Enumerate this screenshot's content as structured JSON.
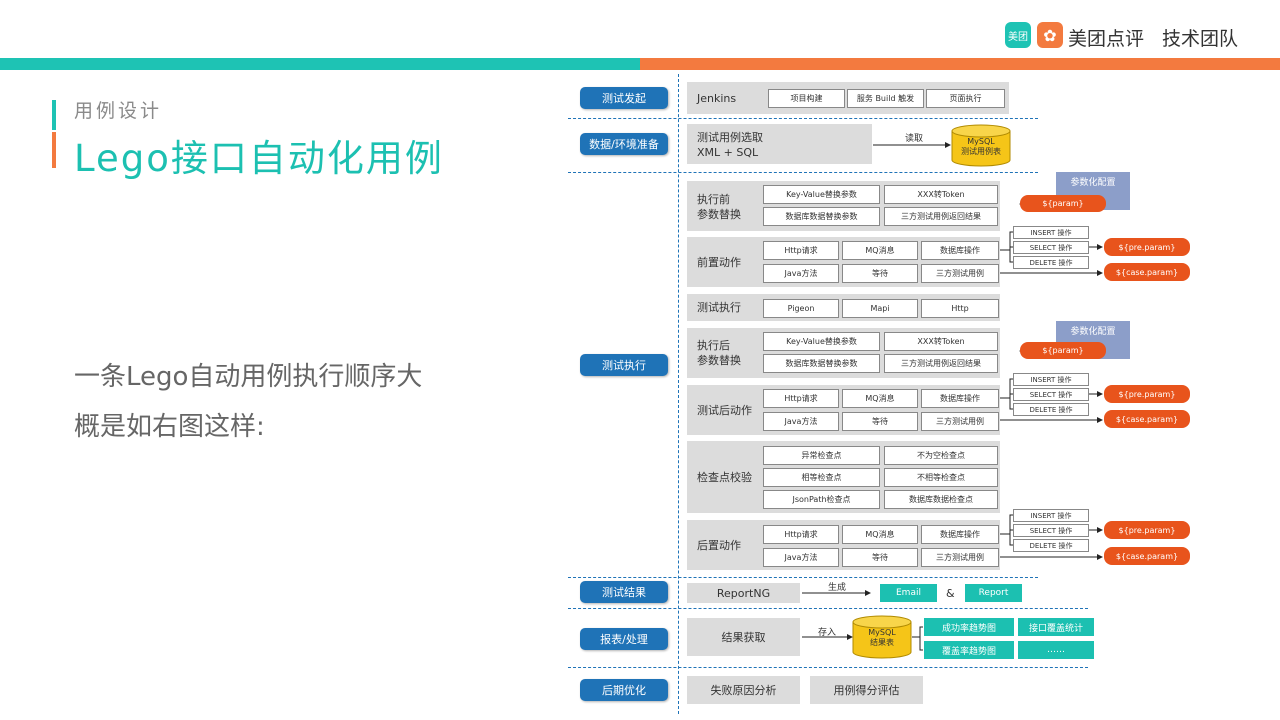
{
  "header": {
    "logo_badge": "美团",
    "brand": "美团点评",
    "team": "技术团队",
    "colors": {
      "teal": "#1ec3b4",
      "orange": "#f37a3f"
    }
  },
  "left": {
    "subtitle": "用例设计",
    "title": "Lego接口自动化用例",
    "description_line1": "一条Lego自动用例执行顺序大",
    "description_line2": "概是如右图这样:"
  },
  "stages": [
    "测试发起",
    "数据/环境准备",
    "测试执行",
    "测试结果",
    "报表/处理",
    "后期优化"
  ],
  "rows": {
    "launch": {
      "label": "Jenkins",
      "items": [
        "项目构建",
        "服务 Build 触发",
        "页面执行"
      ]
    },
    "prep": {
      "label_line1": "测试用例选取",
      "label_line2": "XML + SQL",
      "arrow": "读取",
      "db_line1": "MySQL",
      "db_line2": "测试用例表"
    },
    "pre_replace": {
      "label_line1": "执行前",
      "label_line2": "参数替换",
      "items": [
        "Key-Value替换参数",
        "XXX转Token",
        "数据库数据替换参数",
        "三方测试用例返回结果"
      ],
      "param": "${param}",
      "cfg": "参数化配置"
    },
    "pre_action": {
      "label": "前置动作",
      "items": [
        "Http请求",
        "MQ消息",
        "数据库操作",
        "Java方法",
        "等待",
        "三方测试用例"
      ],
      "db_ops": [
        "INSERT 操作",
        "SELECT 操作",
        "DELETE 操作"
      ],
      "params": [
        "${pre.param}",
        "${case.param}"
      ]
    },
    "exec": {
      "label": "测试执行",
      "items": [
        "Pigeon",
        "Mapi",
        "Http"
      ]
    },
    "post_replace": {
      "label_line1": "执行后",
      "label_line2": "参数替换",
      "items": [
        "Key-Value替换参数",
        "XXX转Token",
        "数据库数据替换参数",
        "三方测试用例返回结果"
      ],
      "param": "${param}",
      "cfg": "参数化配置"
    },
    "post_action": {
      "label": "测试后动作",
      "items": [
        "Http请求",
        "MQ消息",
        "数据库操作",
        "Java方法",
        "等待",
        "三方测试用例"
      ],
      "db_ops": [
        "INSERT 操作",
        "SELECT 操作",
        "DELETE 操作"
      ],
      "params": [
        "${pre.param}",
        "${case.param}"
      ]
    },
    "check": {
      "label": "检查点校验",
      "items": [
        "异常检查点",
        "不为空检查点",
        "相等检查点",
        "不相等检查点",
        "JsonPath检查点",
        "数据库数据检查点"
      ]
    },
    "after": {
      "label": "后置动作",
      "items": [
        "Http请求",
        "MQ消息",
        "数据库操作",
        "Java方法",
        "等待",
        "三方测试用例"
      ],
      "db_ops": [
        "INSERT 操作",
        "SELECT 操作",
        "DELETE 操作"
      ],
      "params": [
        "${pre.param}",
        "${case.param}"
      ]
    },
    "result": {
      "label": "ReportNG",
      "arrow": "生成",
      "email": "Email",
      "amp": "&",
      "report": "Report"
    },
    "report": {
      "label": "结果获取",
      "arrow": "存入",
      "db_line1": "MySQL",
      "db_line2": "结果表",
      "outputs": [
        "成功率趋势图",
        "接口覆盖统计",
        "覆盖率趋势图",
        "……"
      ]
    },
    "optimize": {
      "items": [
        "失败原因分析",
        "用例得分评估"
      ]
    }
  }
}
